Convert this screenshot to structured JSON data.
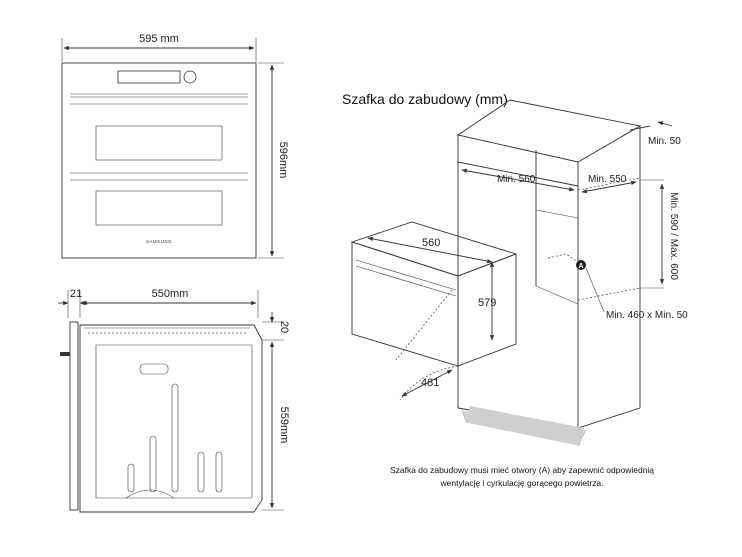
{
  "front_view": {
    "width_label": "595 mm",
    "height_label": "596mm",
    "brand": "SAMSUNG"
  },
  "side_view": {
    "door_depth_label": "21",
    "body_depth_label": "550mm",
    "top_offset_label": "20",
    "body_height_label": "559mm"
  },
  "cabinet": {
    "title": "Szafka do zabudowy (mm)",
    "min_width_label": "Min. 560",
    "min_depth_label": "Min. 550",
    "top_gap_label": "Min. 50",
    "height_label": "Min. 590 / Max. 600",
    "opening_label": "Min. 460 x Min. 50",
    "marker_label": "A",
    "oven_width_label": "560",
    "oven_height_label": "579",
    "door_swing_label": "481",
    "note_line1": "Szafka do zabudowy musi mieć otwory (A) aby zapewnić odpowiednią",
    "note_line2": "wentylację i cyrkulację gorącego powietrza."
  }
}
